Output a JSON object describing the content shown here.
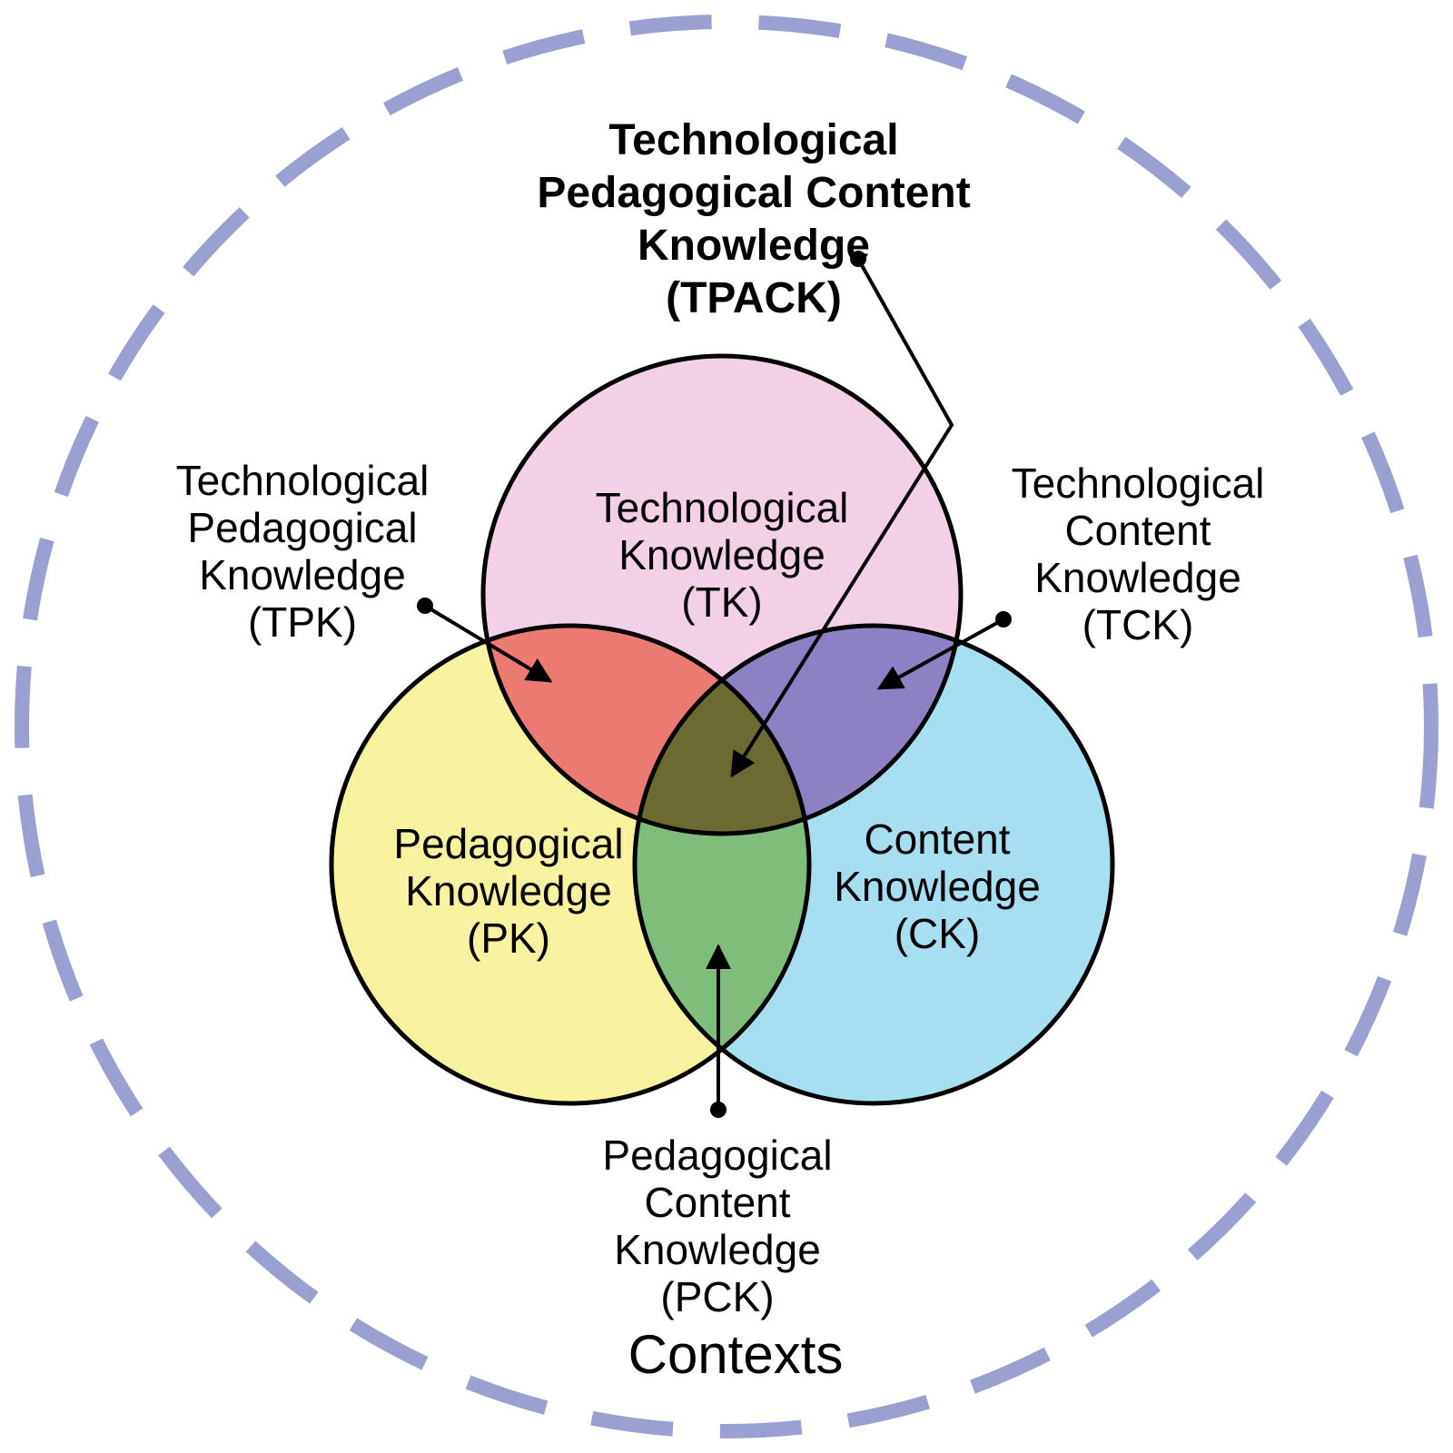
{
  "title": {
    "lines": [
      "Technological",
      "Pedagogical Content",
      "Knowledge",
      "(TPACK)"
    ]
  },
  "circles": {
    "tk": {
      "lines": [
        "Technological",
        "Knowledge",
        "(TK)"
      ],
      "color": "#F2D0E6"
    },
    "pk": {
      "lines": [
        "Pedagogical",
        "Knowledge",
        "(PK)"
      ],
      "color": "#F6F2A0"
    },
    "ck": {
      "lines": [
        "Content",
        "Knowledge",
        "(CK)"
      ],
      "color": "#A6DFF0"
    }
  },
  "overlaps": {
    "tpk": {
      "lines": [
        "Technological",
        "Pedagogical",
        "Knowledge",
        "(TPK)"
      ],
      "color": "#EB7B70"
    },
    "tck": {
      "lines": [
        "Technological",
        "Content",
        "Knowledge",
        "(TCK)"
      ],
      "color": "#8D80C4"
    },
    "pck": {
      "lines": [
        "Pedagogical",
        "Content",
        "Knowledge",
        "(PCK)"
      ],
      "color": "#7FBE7A"
    },
    "tpack": {
      "color": "#6B6A31"
    }
  },
  "contexts": {
    "label": "Contexts",
    "border_color": "#9AA0D2"
  },
  "outline_color": "#000000"
}
